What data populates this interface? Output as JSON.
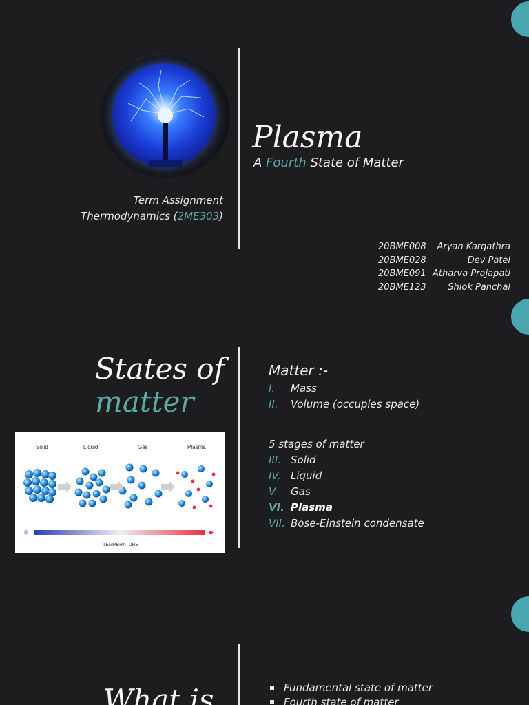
{
  "slide1": {
    "title": "Plasma",
    "subtitle_prefix": "A",
    "subtitle_highlight": "Fourth",
    "subtitle_suffix": "State of Matter",
    "term_line1": "Term Assignment",
    "term_line2_prefix": "Thermodynamics (",
    "term_line2_code": "2ME303",
    "term_line2_suffix": ")",
    "members": [
      {
        "id": "20BME008",
        "name": "Aryan Kargathra"
      },
      {
        "id": "20BME028",
        "name": "Dev Patel"
      },
      {
        "id": "20BME091",
        "name": "Atharva Prajapati"
      },
      {
        "id": "20BME123",
        "name": "Shlok Panchal"
      }
    ]
  },
  "slide2": {
    "title_line1": "States of",
    "title_line2": "matter",
    "diagram": {
      "labels": [
        "Solid",
        "Liquid",
        "Gas",
        "Plasma"
      ],
      "axis_label": "TEMPERATURE"
    },
    "matter_heading": "Matter :-",
    "matter_props": [
      {
        "num": "I.",
        "text": "Mass"
      },
      {
        "num": "II.",
        "text": "Volume (occupies space)"
      }
    ],
    "stages_heading": "5 stages of matter",
    "stages": [
      {
        "num": "III.",
        "text": "Solid"
      },
      {
        "num": "IV.",
        "text": "Liquid"
      },
      {
        "num": "V.",
        "text": "Gas"
      },
      {
        "num": "VI.",
        "text": "Plasma"
      },
      {
        "num": "VII.",
        "text": "Bose-Einstein condensate"
      }
    ]
  },
  "slide3": {
    "title": "What is",
    "bullets": [
      "Fundamental state of matter",
      "Fourth state of matter"
    ]
  },
  "colors": {
    "background": "#1d1d1f",
    "accent": "#5aa9a2",
    "dot": "#4aa6b0"
  }
}
